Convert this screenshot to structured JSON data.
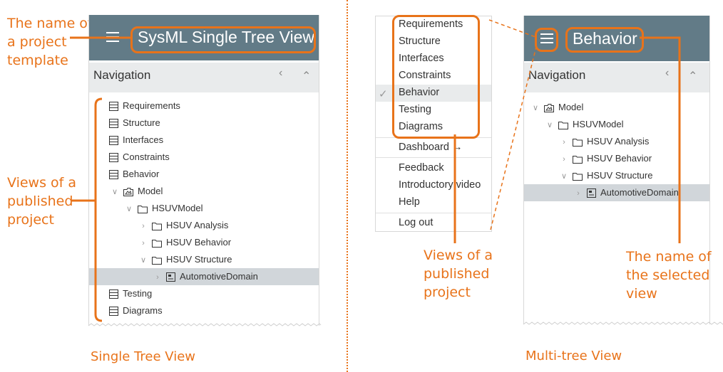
{
  "annotations": {
    "left_template": "The name of a project template",
    "left_template_lines": [
      "The name of",
      "a project",
      "template"
    ],
    "left_views_lines": [
      "Views of a",
      "published",
      "project"
    ],
    "menu_views_lines": [
      "Views of a",
      "published",
      "project"
    ],
    "selected_view_lines": [
      "The name of",
      "the selected",
      "view"
    ]
  },
  "captions": {
    "single": "Single Tree View",
    "multi": "Multi-tree View"
  },
  "single_tree": {
    "title": "SysML Single Tree View",
    "nav_title": "Navigation",
    "items": [
      "Requirements",
      "Structure",
      "Interfaces",
      "Constraints",
      "Behavior"
    ],
    "model": "Model",
    "hsuv_model": "HSUVModel",
    "hsuv_children": [
      "HSUV Analysis",
      "HSUV Behavior",
      "HSUV Structure"
    ],
    "automotive": "AutomotiveDomain",
    "tail_items": [
      "Testing",
      "Diagrams"
    ]
  },
  "menu": {
    "views": [
      "Requirements",
      "Structure",
      "Interfaces",
      "Constraints",
      "Behavior",
      "Testing",
      "Diagrams"
    ],
    "selected_index": 4,
    "dashboard": "Dashboard →",
    "feedback": "Feedback",
    "intro_video": "Introductory video",
    "help": "Help",
    "logout": "Log out"
  },
  "multi_tree": {
    "title": "Behavior",
    "nav_title": "Navigation",
    "model": "Model",
    "hsuv_model": "HSUVModel",
    "hsuv_children": [
      "HSUV Analysis",
      "HSUV Behavior",
      "HSUV Structure"
    ],
    "automotive": "AutomotiveDomain"
  },
  "colors": {
    "accent": "#e8731a",
    "header": "#627b87",
    "nav_bg": "#e9ebec",
    "selected_row": "#d1d6da"
  },
  "icons": [
    "hamburger-icon",
    "chevron-left-icon",
    "chevron-up-icon",
    "view-table-icon",
    "package-icon",
    "folder-icon",
    "diagram-icon",
    "checkmark-icon"
  ]
}
